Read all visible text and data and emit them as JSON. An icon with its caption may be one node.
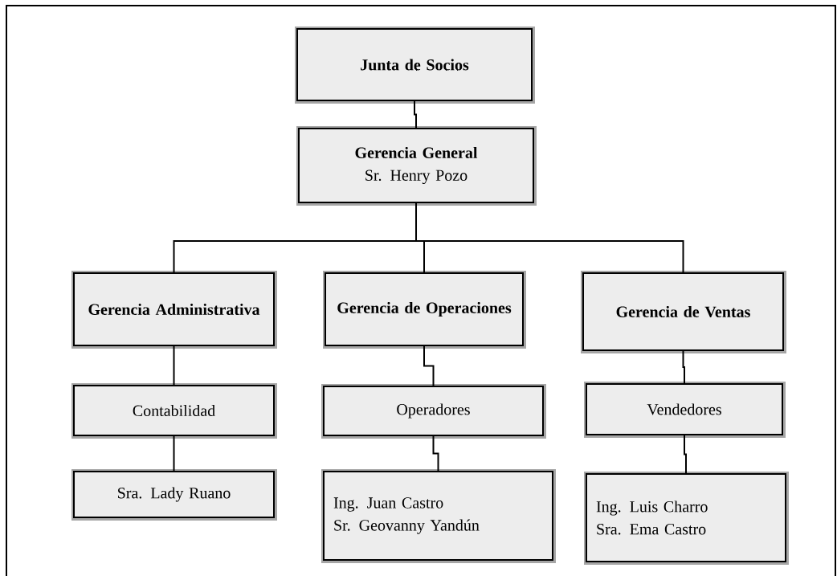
{
  "diagram": {
    "nodes": [
      {
        "text": [
          "Junta de Socios"
        ]
      },
      {
        "text": [
          "Gerencia General",
          "Sr. Henry Pozo"
        ]
      },
      {
        "text": [
          "Gerencia Administrativa"
        ]
      },
      {
        "text": [
          "Gerencia de Operaciones"
        ]
      },
      {
        "text": [
          "Gerencia de Ventas"
        ]
      },
      {
        "text": [
          "Contabilidad"
        ]
      },
      {
        "text": [
          "Operadores"
        ]
      },
      {
        "text": [
          "Vendedores"
        ]
      },
      {
        "text": [
          "Sra. Lady Ruano"
        ]
      },
      {
        "text": [
          "Ing. Juan Castro",
          "Sr. Geovanny Yandún"
        ]
      },
      {
        "text": [
          "Ing. Luis Charro",
          "Sra. Ema Castro"
        ]
      }
    ],
    "edges": [
      {
        "from": 0,
        "to": 1,
        "arrow": "none"
      },
      {
        "from": 1,
        "to": 2,
        "arrow": "none"
      },
      {
        "from": 1,
        "to": 3,
        "arrow": "none"
      },
      {
        "from": 1,
        "to": 4,
        "arrow": "none"
      },
      {
        "from": 2,
        "to": 5,
        "arrow": "none"
      },
      {
        "from": 3,
        "to": 6,
        "arrow": "none"
      },
      {
        "from": 4,
        "to": 7,
        "arrow": "none"
      },
      {
        "from": 5,
        "to": 8,
        "arrow": "none"
      },
      {
        "from": 6,
        "to": 9,
        "arrow": "none"
      },
      {
        "from": 7,
        "to": 10,
        "arrow": "none"
      }
    ]
  }
}
